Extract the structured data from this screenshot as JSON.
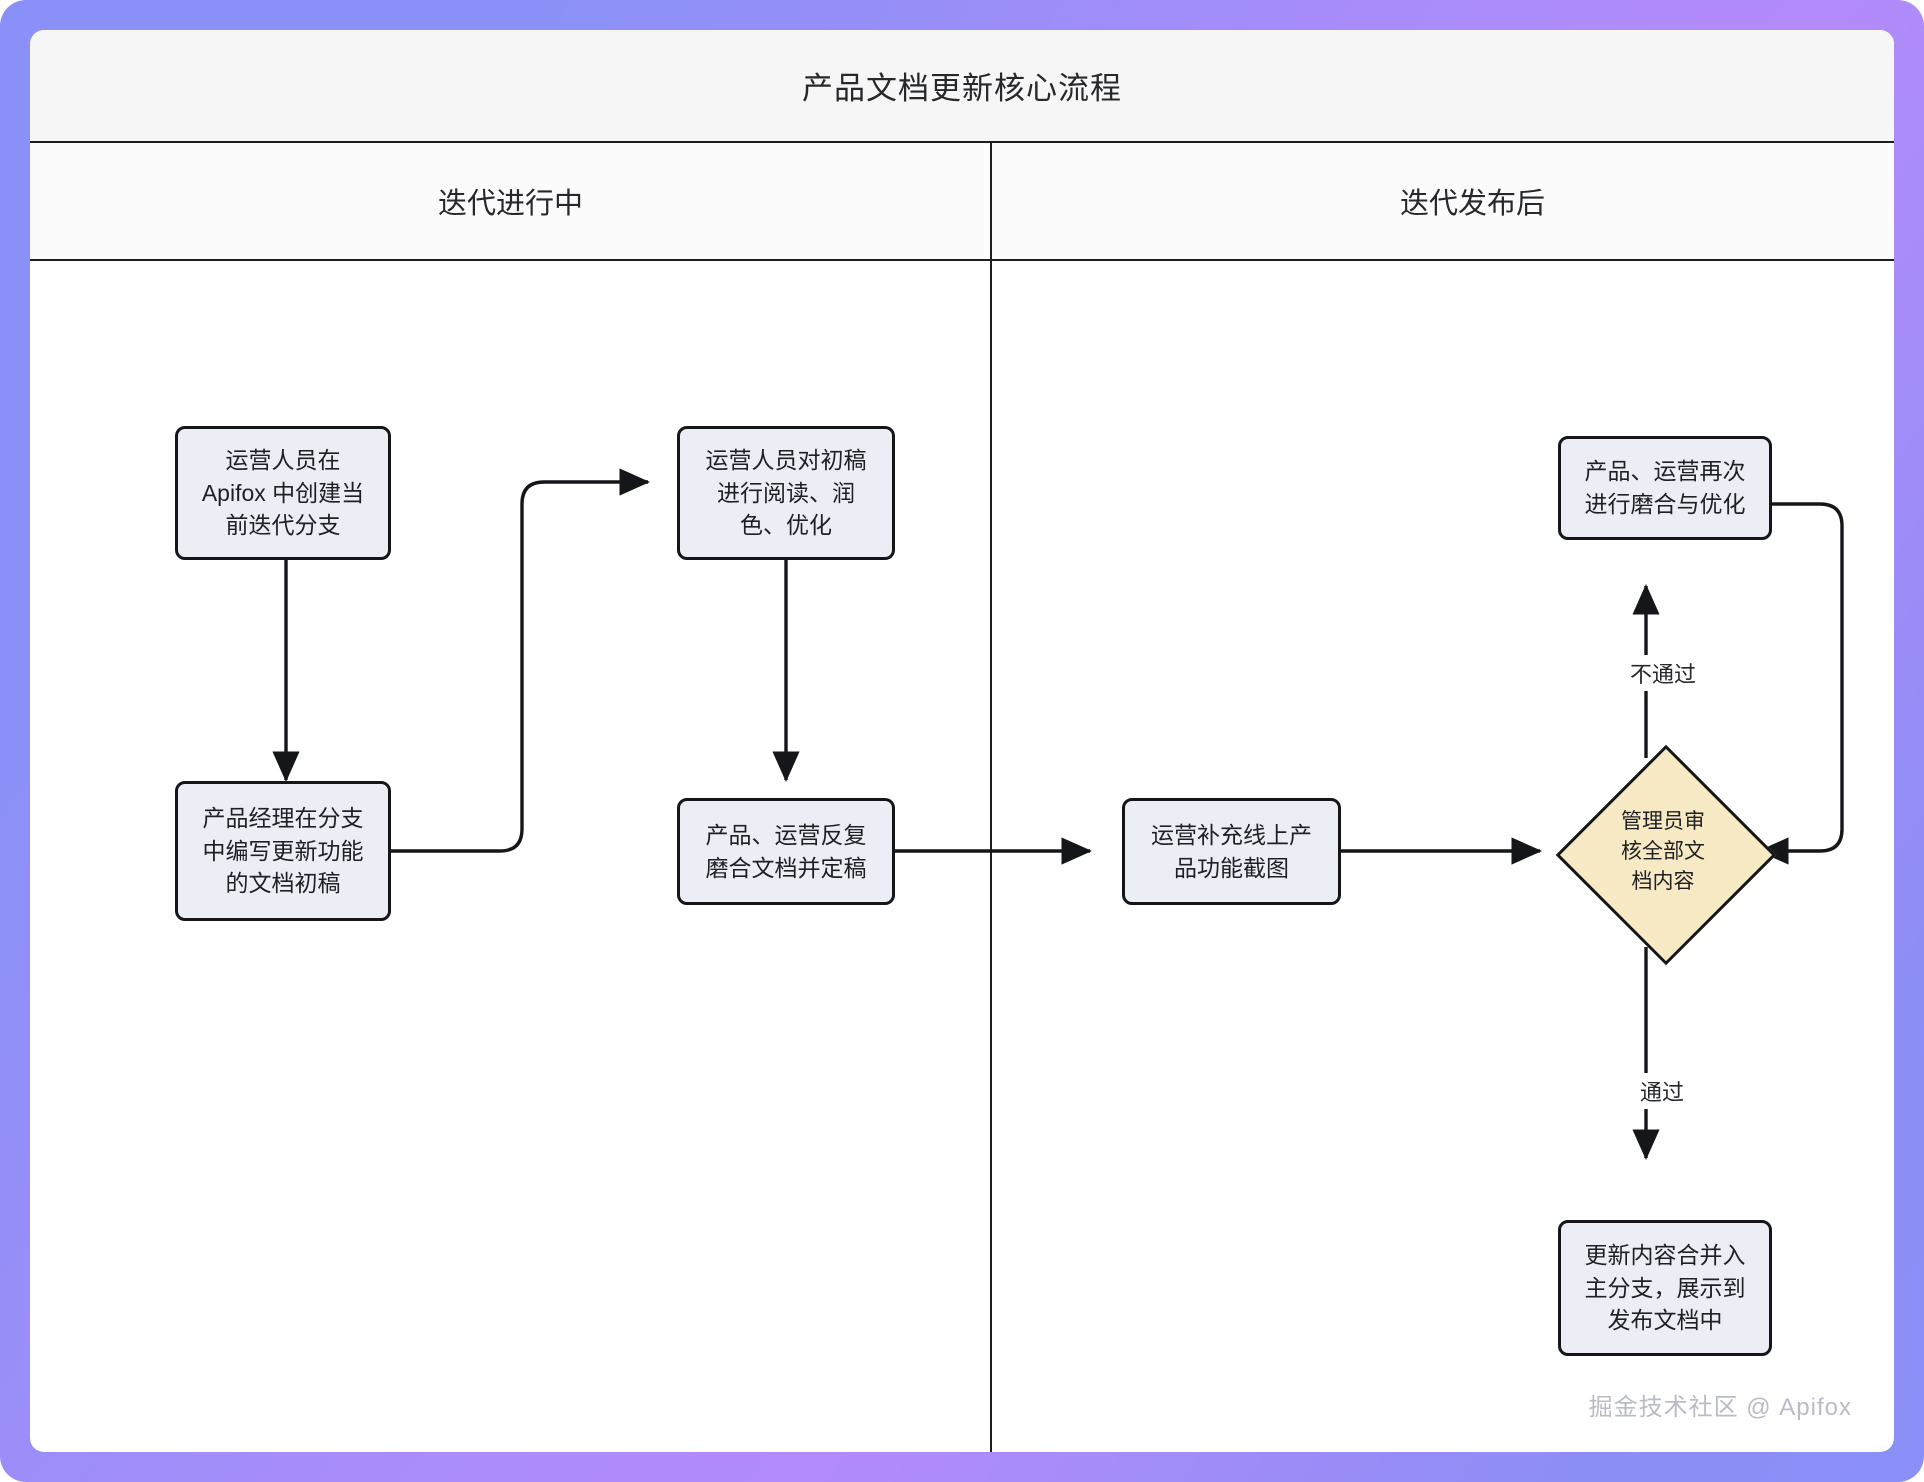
{
  "header": {
    "title": "产品文档更新核心流程"
  },
  "lanes": [
    {
      "id": "lane-in-progress",
      "label": "迭代进行中"
    },
    {
      "id": "lane-after-release",
      "label": "迭代发布后"
    }
  ],
  "nodes": [
    {
      "id": "n1",
      "shape": "process",
      "text": "运营人员在\nApifox 中创建当\n前迭代分支"
    },
    {
      "id": "n2",
      "shape": "process",
      "text": "产品经理在分支\n中编写更新功能\n的文档初稿"
    },
    {
      "id": "n3",
      "shape": "process",
      "text": "运营人员对初稿\n进行阅读、润\n色、优化"
    },
    {
      "id": "n4",
      "shape": "process",
      "text": "产品、运营反复\n磨合文档并定稿"
    },
    {
      "id": "n5",
      "shape": "process",
      "text": "运营补充线上产\n品功能截图"
    },
    {
      "id": "n6",
      "shape": "decision",
      "text": "管理员审\n核全部文\n档内容"
    },
    {
      "id": "n7",
      "shape": "process",
      "text": "产品、运营再次\n进行磨合与优化"
    },
    {
      "id": "n8",
      "shape": "process",
      "text": "更新内容合并入\n主分支，展示到\n发布文档中"
    }
  ],
  "edge_labels": {
    "fail": "不通过",
    "pass": "通过"
  },
  "watermark": "掘金技术社区 @ Apifox",
  "colors": {
    "node_fill": "#eceef6",
    "decision_fill": "#f7e9c3",
    "stroke": "#14161a",
    "header_band": "#f6f6f6",
    "frame_gradient_start": "#8a90f7",
    "frame_gradient_end": "#b48bfa"
  }
}
